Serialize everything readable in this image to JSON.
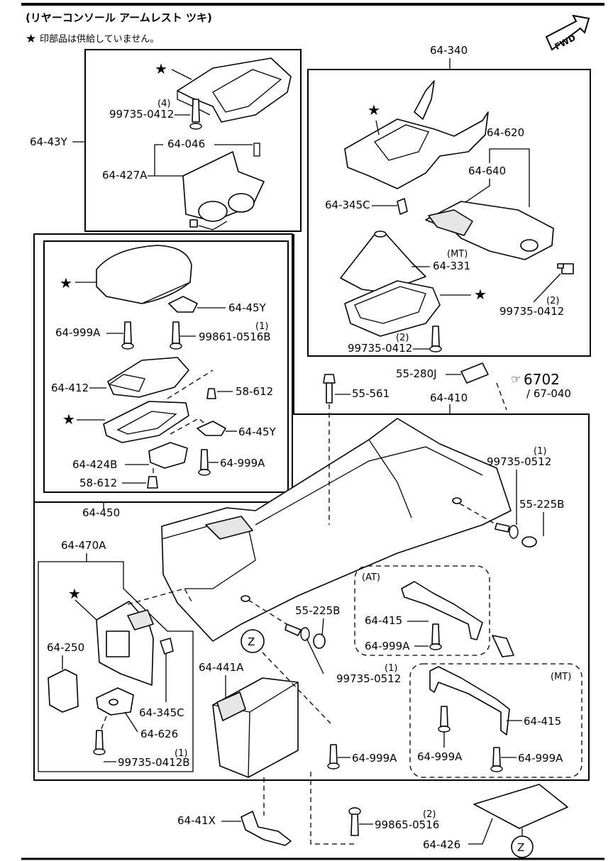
{
  "header": {
    "title": "(リヤーコンソール アームレスト ツキ)",
    "note": "印部品は供給していません。",
    "fwd": "FWD"
  },
  "labels": {
    "p64_43Y": "64-43Y",
    "p99735_0412_q4": "(4)",
    "p99735_0412_a": "99735-0412",
    "p64_046": "64-046",
    "p64_427A": "64-427A",
    "p64_340": "64-340",
    "p64_620": "64-620",
    "p64_640": "64-640",
    "p64_345C_a": "64-345C",
    "mt_a": "(MT)",
    "p64_331": "64-331",
    "q2_a": "(2)",
    "p99735_0412_b": "99735-0412",
    "q2_b": "(2)",
    "p99735_0412_c": "99735-0412",
    "p64_45Y_a": "64-45Y",
    "p64_999A_a": "64-999A",
    "q1_a": "(1)",
    "p99861_0516B": "99861-0516B",
    "p64_412": "64-412",
    "p58_612_a": "58-612",
    "p64_45Y_b": "64-45Y",
    "p64_999A_b": "64-999A",
    "p64_424B": "64-424B",
    "p58_612_b": "58-612",
    "p64_450": "64-450",
    "p55_280J": "55-280J",
    "ref6702": "6702",
    "ref67040": "/ 67-040",
    "p55_561": "55-561",
    "p64_410": "64-410",
    "q1_b": "(1)",
    "p99735_0512_a": "99735-0512",
    "p55_225B_a": "55-225B",
    "p64_470A": "64-470A",
    "at": "(AT)",
    "p64_415_a": "64-415",
    "p64_999A_c": "64-999A",
    "p55_225B_b": "55-225B",
    "z_a": "Z",
    "p64_441A": "64-441A",
    "q1_c": "(1)",
    "p99735_0512_b": "99735-0512",
    "p64_250": "64-250",
    "p64_345C_b": "64-345C",
    "p64_626": "64-626",
    "q1_d": "(1)",
    "p99735_0412B": "99735-0412B",
    "mt_b": "(MT)",
    "p64_415_b": "64-415",
    "p64_999A_d": "64-999A",
    "p64_999A_e": "64-999A",
    "p64_999A_f": "64-999A",
    "p64_41X": "64-41X",
    "q2_c": "(2)",
    "p99865_0516": "99865-0516",
    "p64_426": "64-426",
    "z_b": "Z"
  }
}
